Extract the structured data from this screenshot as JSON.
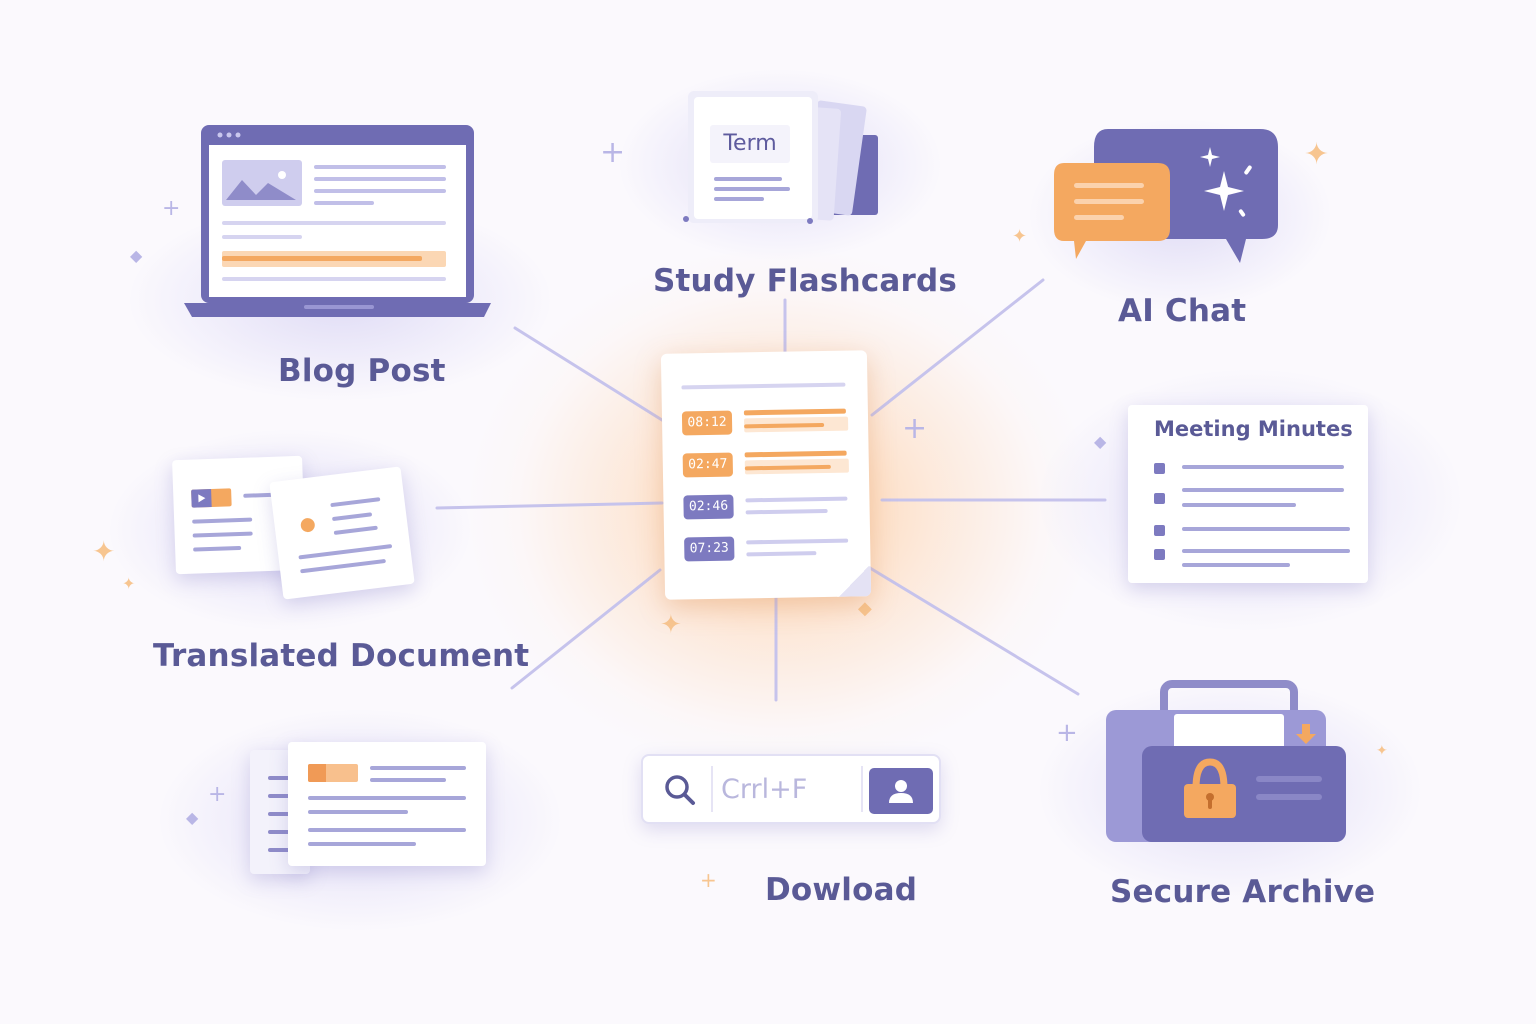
{
  "center": {
    "timestamps": [
      {
        "time": "08:12",
        "accent": "#f4a860"
      },
      {
        "time": "02:47",
        "accent": "#f4a860"
      },
      {
        "time": "02:46",
        "accent": "#7d7ac0"
      },
      {
        "time": "07:23",
        "accent": "#7d7ac0"
      }
    ]
  },
  "nodes": {
    "blog_post": {
      "label": "Blog Post",
      "icon": "laptop-icon"
    },
    "study_flashcards": {
      "label": "Study Flashcards",
      "card_title": "Term",
      "icon": "flashcards-icon"
    },
    "ai_chat": {
      "label": "AI Chat",
      "icon": "chat-bubbles-icon"
    },
    "meeting_minutes": {
      "card_title": "Meeting Minutes",
      "icon": "document-list-icon"
    },
    "translated_document": {
      "label": "Translated Document",
      "icon": "translate-documents-icon"
    },
    "search_document": {
      "icon": "document-icon"
    },
    "download": {
      "label": "Dowload",
      "search_placeholder": "Crrl+F",
      "icon": "search-icon",
      "button_icon": "user-icon"
    },
    "secure_archive": {
      "label": "Secure Archive",
      "icon": "lock-icon"
    }
  },
  "colors": {
    "label": "#5a5a96",
    "accent_orange": "#f4a860",
    "accent_purple": "#7d7ac0",
    "background": "#fbf9fd"
  }
}
